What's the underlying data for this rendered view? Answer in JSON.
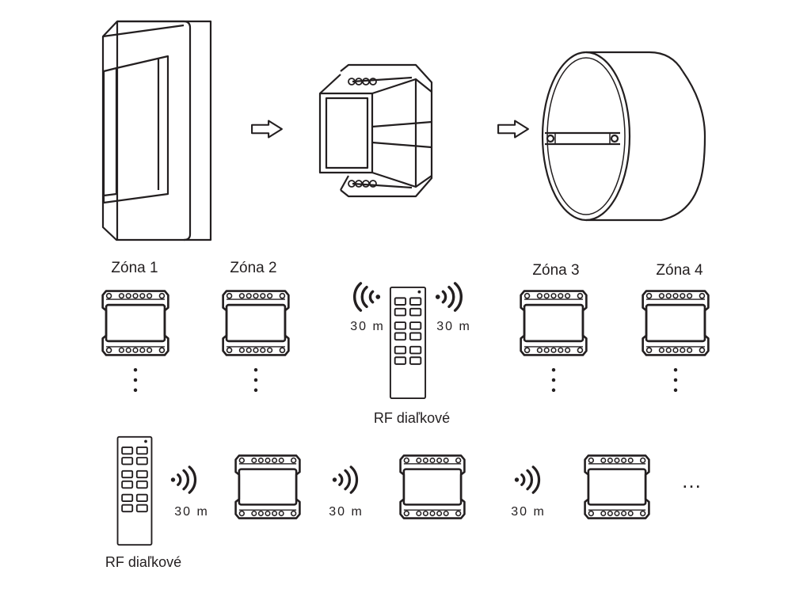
{
  "zones": [
    "Zóna 1",
    "Zóna 2",
    "Zóna 3",
    "Zóna 4"
  ],
  "remote_label": "RF diaľkové",
  "distance_label": "30 m",
  "ellipsis": "…",
  "icons": [
    "wall-switch-icon",
    "arrow-right-icon",
    "controller-module-icon",
    "flush-mount-box-icon",
    "rf-remote-icon",
    "signal-waves-icon",
    "vertical-dots-icon"
  ],
  "colors": {
    "line": "#231f20",
    "background": "#ffffff"
  }
}
